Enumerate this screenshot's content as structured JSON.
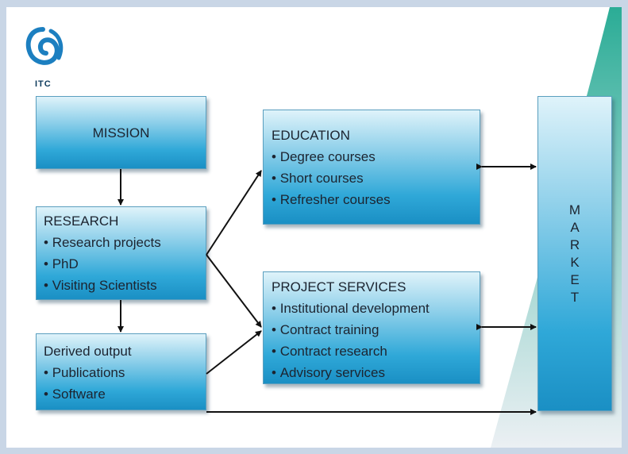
{
  "logo": {
    "text": "ITC"
  },
  "mission": {
    "label": "MISSION"
  },
  "research": {
    "title": "RESEARCH",
    "items": [
      "Research projects",
      "PhD",
      "Visiting Scientists"
    ]
  },
  "derived": {
    "title": "Derived output",
    "items": [
      "Publications",
      "Software"
    ]
  },
  "education": {
    "title": "EDUCATION",
    "items": [
      "Degree courses",
      "Short courses",
      "Refresher courses"
    ]
  },
  "project_services": {
    "title": "PROJECT SERVICES",
    "items": [
      "Institutional development",
      "Contract training",
      "Contract research",
      "Advisory services"
    ]
  },
  "market": {
    "letters": [
      "M",
      "A",
      "R",
      "K",
      "E",
      "T"
    ]
  },
  "colors": {
    "box_light": "#dff3fa",
    "box_dark": "#1a8fc4",
    "accent_teal": "#1e9e8a",
    "background": "#c9d6e6",
    "logo_blue": "#1c7fc0"
  }
}
